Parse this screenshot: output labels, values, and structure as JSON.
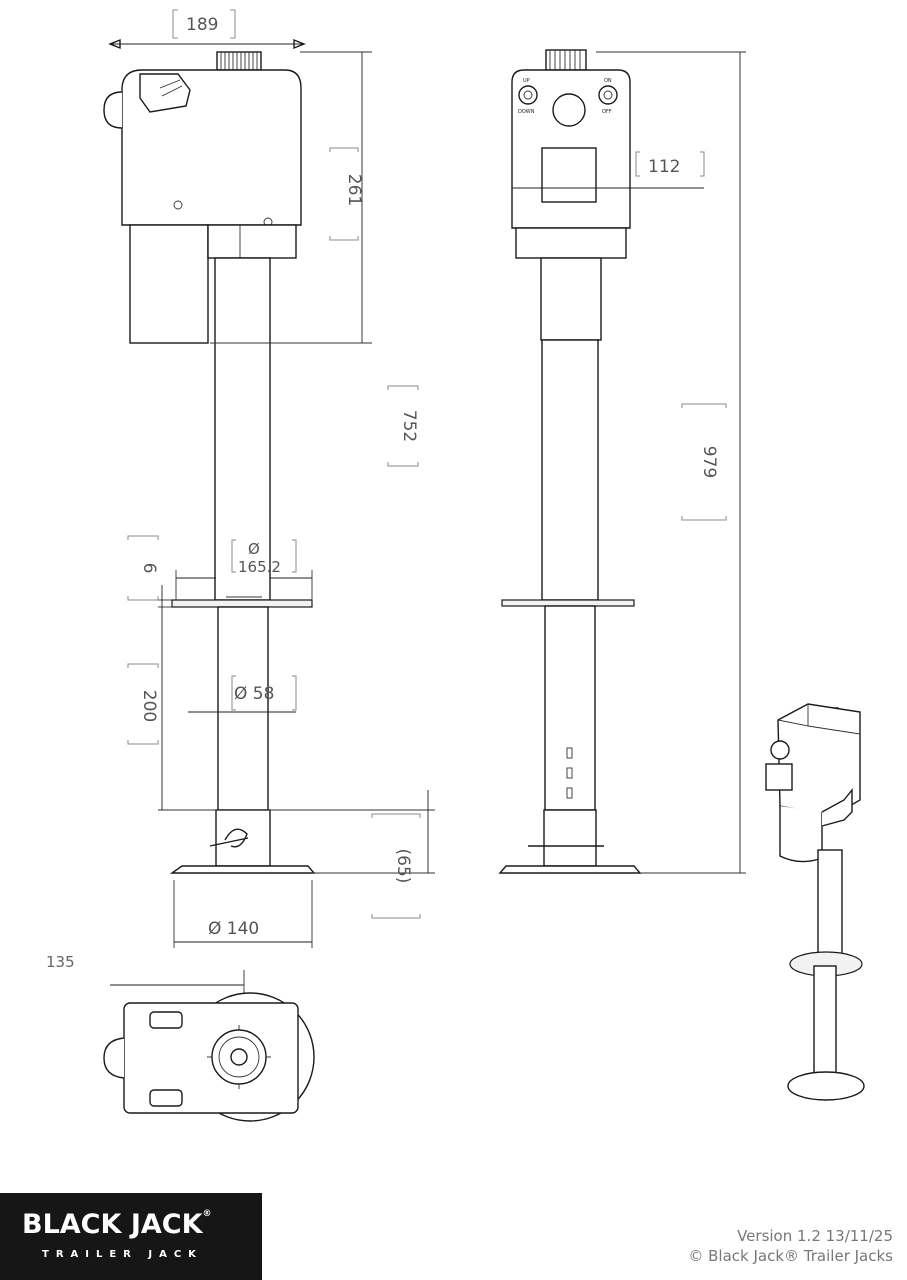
{
  "dimensions": {
    "width_top": "189",
    "height_motor": "261",
    "width_front": "112",
    "height_tube": "752",
    "total_height": "979",
    "flange_dia": "Ø\n165.2",
    "flange_thk": "6",
    "inner_travel": "200",
    "inner_dia": "Ø 58",
    "foot_offset": "(65)",
    "foot_dia": "Ø 140",
    "side_offset": "135"
  },
  "switch_labels": {
    "left_top": "UP",
    "left_bottom": "DOWN",
    "right_top": "ON",
    "right_bottom": "OFF"
  },
  "logo": {
    "main": "BLACK JACK",
    "registered": "®",
    "sub": "TRAILER JACK"
  },
  "footer": {
    "version": "Version 1.2  13/11/25",
    "copyright": "© Black Jack® Trailer Jacks"
  }
}
